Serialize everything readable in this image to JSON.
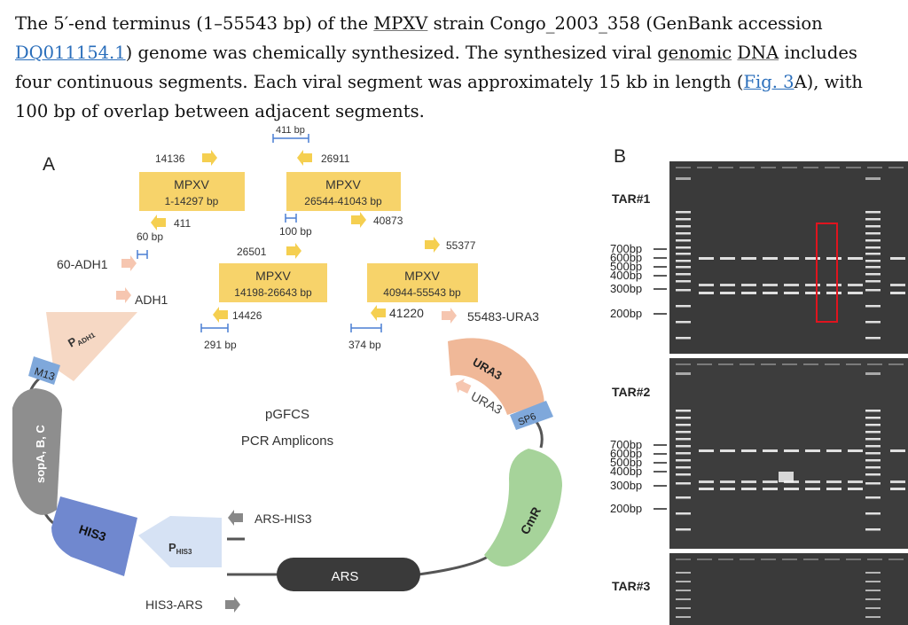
{
  "paragraph": {
    "t1": "The 5′-end terminus (1–55543 bp) of the ",
    "mpxv": "MPXV",
    "t2": " strain Congo_2003_358 (GenBank accession ",
    "accession": "DQ011154.1",
    "t3": ") genome was chemically synthesized. The synthesized viral ",
    "genomic": "genomic",
    "t4": " ",
    "dna": "DNA",
    "t5": " includes four continuous segments. Each viral segment was approximately 15 kb in length (",
    "fig": "Fig. 3",
    "t6": "A), with 100 bp of overlap between adjacent segments."
  },
  "panel_a": {
    "label": "A",
    "segments": [
      {
        "name": "MPXV",
        "range": "1-14297 bp"
      },
      {
        "name": "MPXV",
        "range": "26544-41043 bp"
      },
      {
        "name": "MPXV",
        "range": "14198-26643 bp"
      },
      {
        "name": "MPXV",
        "range": "40944-55543 bp"
      }
    ],
    "primers": {
      "p14136": "14136",
      "p411": "411",
      "p26911": "26911",
      "p40873": "40873",
      "p26501": "26501",
      "p55377": "55377",
      "p14426": "14426",
      "p41220": "41220"
    },
    "overlaps": {
      "o411": "411 bp",
      "o100": "100 bp",
      "o60": "60 bp",
      "o291": "291 bp",
      "o374": "374 bp"
    },
    "labels": {
      "adh60": "60-ADH1",
      "adh1": "ADH1",
      "ura3_55483": "55483-URA3",
      "ura3_arrow": "URA3",
      "ars_his3": "ARS-HIS3",
      "his3_ars": "HIS3-ARS",
      "center1": "pGFCS",
      "center2": "PCR Amplicons"
    },
    "plasmid": {
      "padh1_main": "P",
      "padh1_sub": "ADH1",
      "m13": "M13",
      "sopabc": "sopA, B, C",
      "his3": "HIS3",
      "phis3_main": "P",
      "phis3_sub": "HIS3",
      "ars": "ARS",
      "cmr": "CmR",
      "ura3": "URA3",
      "sp6": "SP6"
    },
    "colors": {
      "segment": "#f7d36a",
      "arrow": "#f5cf50",
      "overlap": "#4a7fd4",
      "padh1": "#f6d8c4",
      "adh_arrow": "#f6c6b0",
      "m13": "#7fa8db",
      "sopabc": "#8e8e8e",
      "his3": "#7088cf",
      "phis3": "#d6e2f4",
      "ars": "#3a3a3a",
      "cmr": "#a6d39a",
      "ura3": "#f0b898",
      "grey_arrow": "#888888"
    }
  },
  "panel_b": {
    "label": "B",
    "gels": [
      {
        "title": "TAR#1",
        "markers": [
          "700bp",
          "600bp",
          "500bp",
          "400bp",
          "300bp",
          "200bp"
        ]
      },
      {
        "title": "TAR#2",
        "markers": [
          "700bp",
          "600bp",
          "500bp",
          "400bp",
          "300bp",
          "200bp"
        ]
      },
      {
        "title": "TAR#3",
        "markers": []
      }
    ],
    "highlight_color": "#e0141e"
  }
}
